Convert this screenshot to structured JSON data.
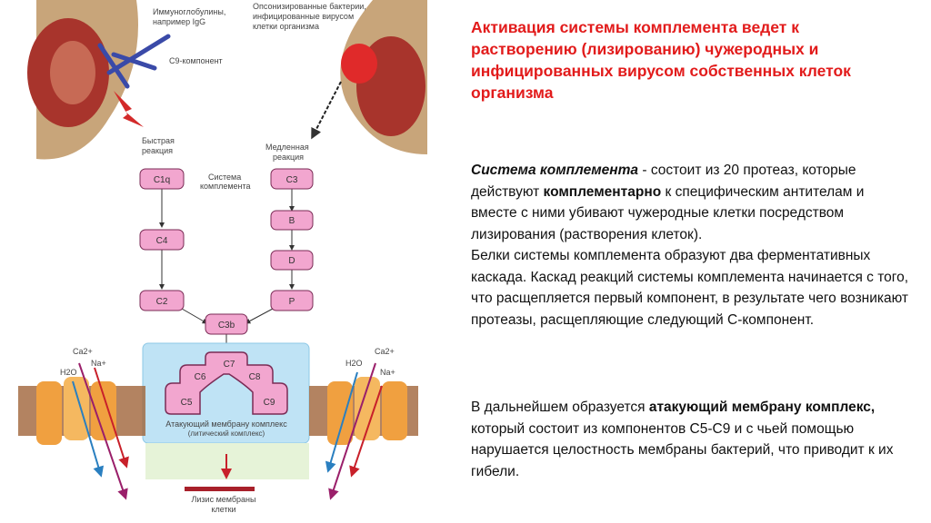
{
  "slide": {
    "title": "Активация системы комплемента ведет к растворению (лизированию) чужеродных и инфицированных вирусом собственных клеток организма",
    "para1": {
      "term": "Система комплемента",
      "t1": " - состоит из 20 протеаз, которые действуют ",
      "bold2": "комплементарно",
      "t2": " к специфическим антителам и вместе с ними убивают чужеродные клетки посредством лизирования (растворения клеток).",
      "t3": "Белки системы комплемента образуют два ферментативных каскада. Каскад реакций системы комплемента начинается с того, что расщепляется первый компонент, в результате чего возникают протеазы, расщепляющие следующий С-компонент."
    },
    "para2": {
      "t1": "В дальнейшем образуется ",
      "bold": "атакующий мембрану комплекс,",
      "t2": " который состоит из компонентов С5-С9 и с чьей помощью нарушается целостность мембраны бактерий, что приводит к их гибели."
    }
  },
  "diagram": {
    "igg_label1": "Иммуноглобулины,",
    "igg_label2": "например IgG",
    "c9_label": "C9-компонент",
    "bact_label1": "Опсонизированные бактерии,",
    "bact_label2": "инфицированные вирусом",
    "bact_label3": "клетки организма",
    "fast1": "Быстрая",
    "fast2": "реакция",
    "slow1": "Медленная",
    "slow2": "реакция",
    "system1": "Система",
    "system2": "комплемента",
    "c1q": "C1q",
    "c4": "C4",
    "c2": "C2",
    "c3": "C3",
    "b": "B",
    "d": "D",
    "p": "P",
    "c3b": "C3b",
    "c5": "C5",
    "c6": "C6",
    "c7": "C7",
    "c8": "C8",
    "c9": "C9",
    "mac1": "Атакующий мембрану комплекс",
    "mac2": "(литический комплекс)",
    "lysis1": "Лизис мембраны",
    "lysis2": "клетки",
    "ca": "Ca2+",
    "na": "Na+",
    "h2o": "H2O"
  }
}
